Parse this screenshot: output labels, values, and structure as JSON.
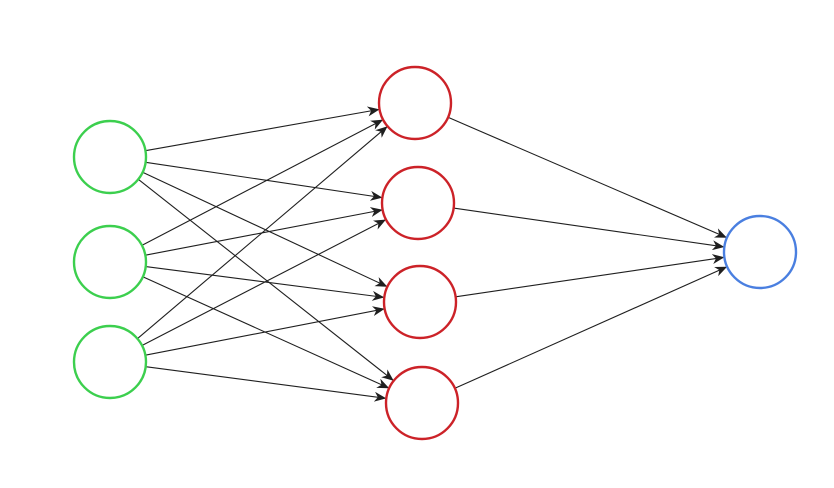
{
  "diagram": {
    "type": "neural-network",
    "layers": [
      {
        "id": "input",
        "node_count": 3,
        "color": "#3ccf4e"
      },
      {
        "id": "hidden",
        "node_count": 4,
        "color": "#cc2228"
      },
      {
        "id": "output",
        "node_count": 1,
        "color": "#4a7fe0"
      }
    ],
    "connections": "fully-connected",
    "edge_color": "#1f1f1f",
    "arrowheads": true
  }
}
